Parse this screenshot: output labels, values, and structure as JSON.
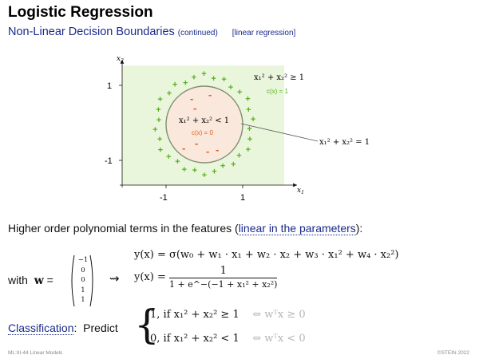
{
  "header": {
    "title": "Logistic Regression",
    "subtitle": "Non-Linear Decision Boundaries",
    "continued": "(continued)",
    "link": "[linear regression]"
  },
  "plot": {
    "y_axis_label": "x",
    "y_axis_sub": "2",
    "x_axis_label": "x",
    "x_axis_sub": "1",
    "tick_y_top": "1",
    "tick_y_bottom": "-1",
    "tick_x_left": "-1",
    "tick_x_right": "1",
    "outer_region_label": "x₁² + x₂² ≥ 1",
    "outer_class_label": "c(x) = 1",
    "inner_region_label": "x₁² + x₂² < 1",
    "inner_class_label": "c(x) = 0",
    "boundary_label": "x₁² + x₂² = 1",
    "plus_symbol": "+",
    "minus_symbol": "-",
    "colors": {
      "outer_bg": "#eaf6dc",
      "inner_bg": "#fbe8dc",
      "plus": "#58b020",
      "minus": "#e06018",
      "circle": "#7e8e6e"
    }
  },
  "body": {
    "intro_before": "Higher order polynomial terms in the features (",
    "intro_link": "linear in the parameters",
    "intro_after": "):",
    "eq1": "y(x) = σ(w₀ + w₁ · x₁ + w₂ · x₂ + w₃ · x₁² + w₄ · x₂²)",
    "with_label": "with",
    "w_symbol": "w",
    "equals": "=",
    "w_vector": [
      "−1",
      "0",
      "0",
      "1",
      "1"
    ],
    "squiggle": "⇝",
    "eq2_left": "y(x) =",
    "eq2_num": "1",
    "eq2_den": "1 + e^−(−1 + x₁² + x₂²)",
    "classification_link": "Classification",
    "classification_colon": ":",
    "predict": "Predict",
    "case1": "1,  if  x₁² + x₂² ≥ 1",
    "case1_equiv": "⇔  wᵀx ≥ 0",
    "case2": "0,  if  x₁² + x₂² < 1",
    "case2_equiv": "⇔  wᵀx < 0"
  },
  "footer": {
    "left": "ML:III-44   Linear Models",
    "right": "©STEIN 2022"
  }
}
